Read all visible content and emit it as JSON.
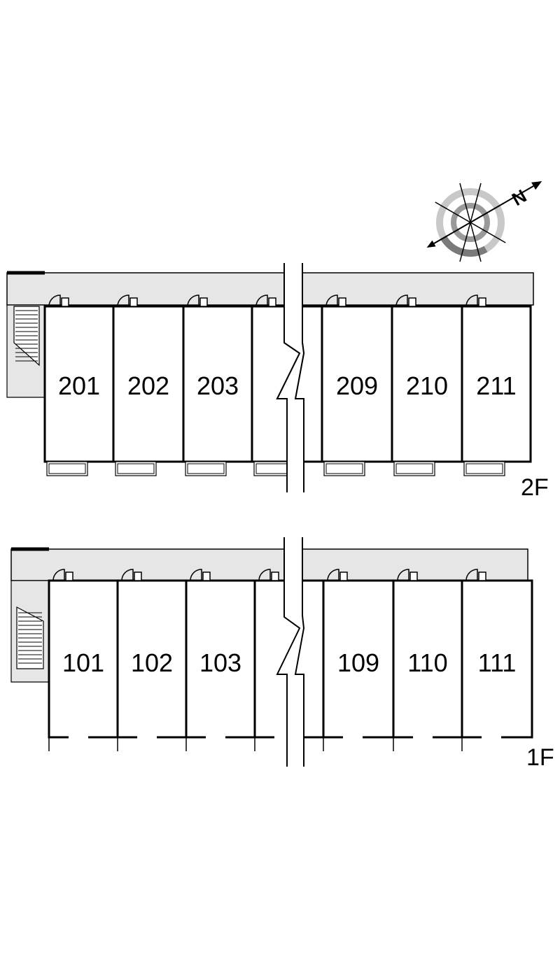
{
  "compass": {
    "north_label": "N"
  },
  "floors": [
    {
      "id": "2F",
      "label": "2F",
      "rooms": [
        "201",
        "202",
        "203",
        "",
        "209",
        "210",
        "211"
      ]
    },
    {
      "id": "1F",
      "label": "1F",
      "rooms": [
        "101",
        "102",
        "103",
        "",
        "109",
        "110",
        "111"
      ]
    }
  ],
  "colors": {
    "corridor": "#e6e6e6",
    "wall": "#000000",
    "background": "#ffffff"
  }
}
